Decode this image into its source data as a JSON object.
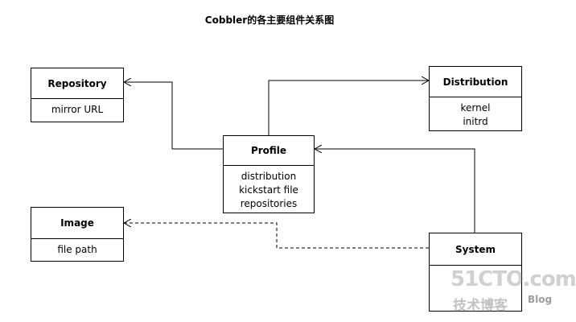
{
  "title": "Cobbler的各主要组件关系图",
  "repository": {
    "name": "Repository",
    "attributes": [
      "mirror URL"
    ]
  },
  "distribution": {
    "name": "Distribution",
    "attributes": [
      "kernel",
      "initrd"
    ]
  },
  "profile": {
    "name": "Profile",
    "attributes": [
      "distribution",
      "kickstart file",
      "repositories"
    ]
  },
  "image": {
    "name": "Image",
    "attributes": [
      "file path"
    ]
  },
  "system": {
    "name": "System",
    "attributes": []
  },
  "watermark": {
    "main": "51CTO.com",
    "sub": "技术博客",
    "blog": "Blog"
  }
}
